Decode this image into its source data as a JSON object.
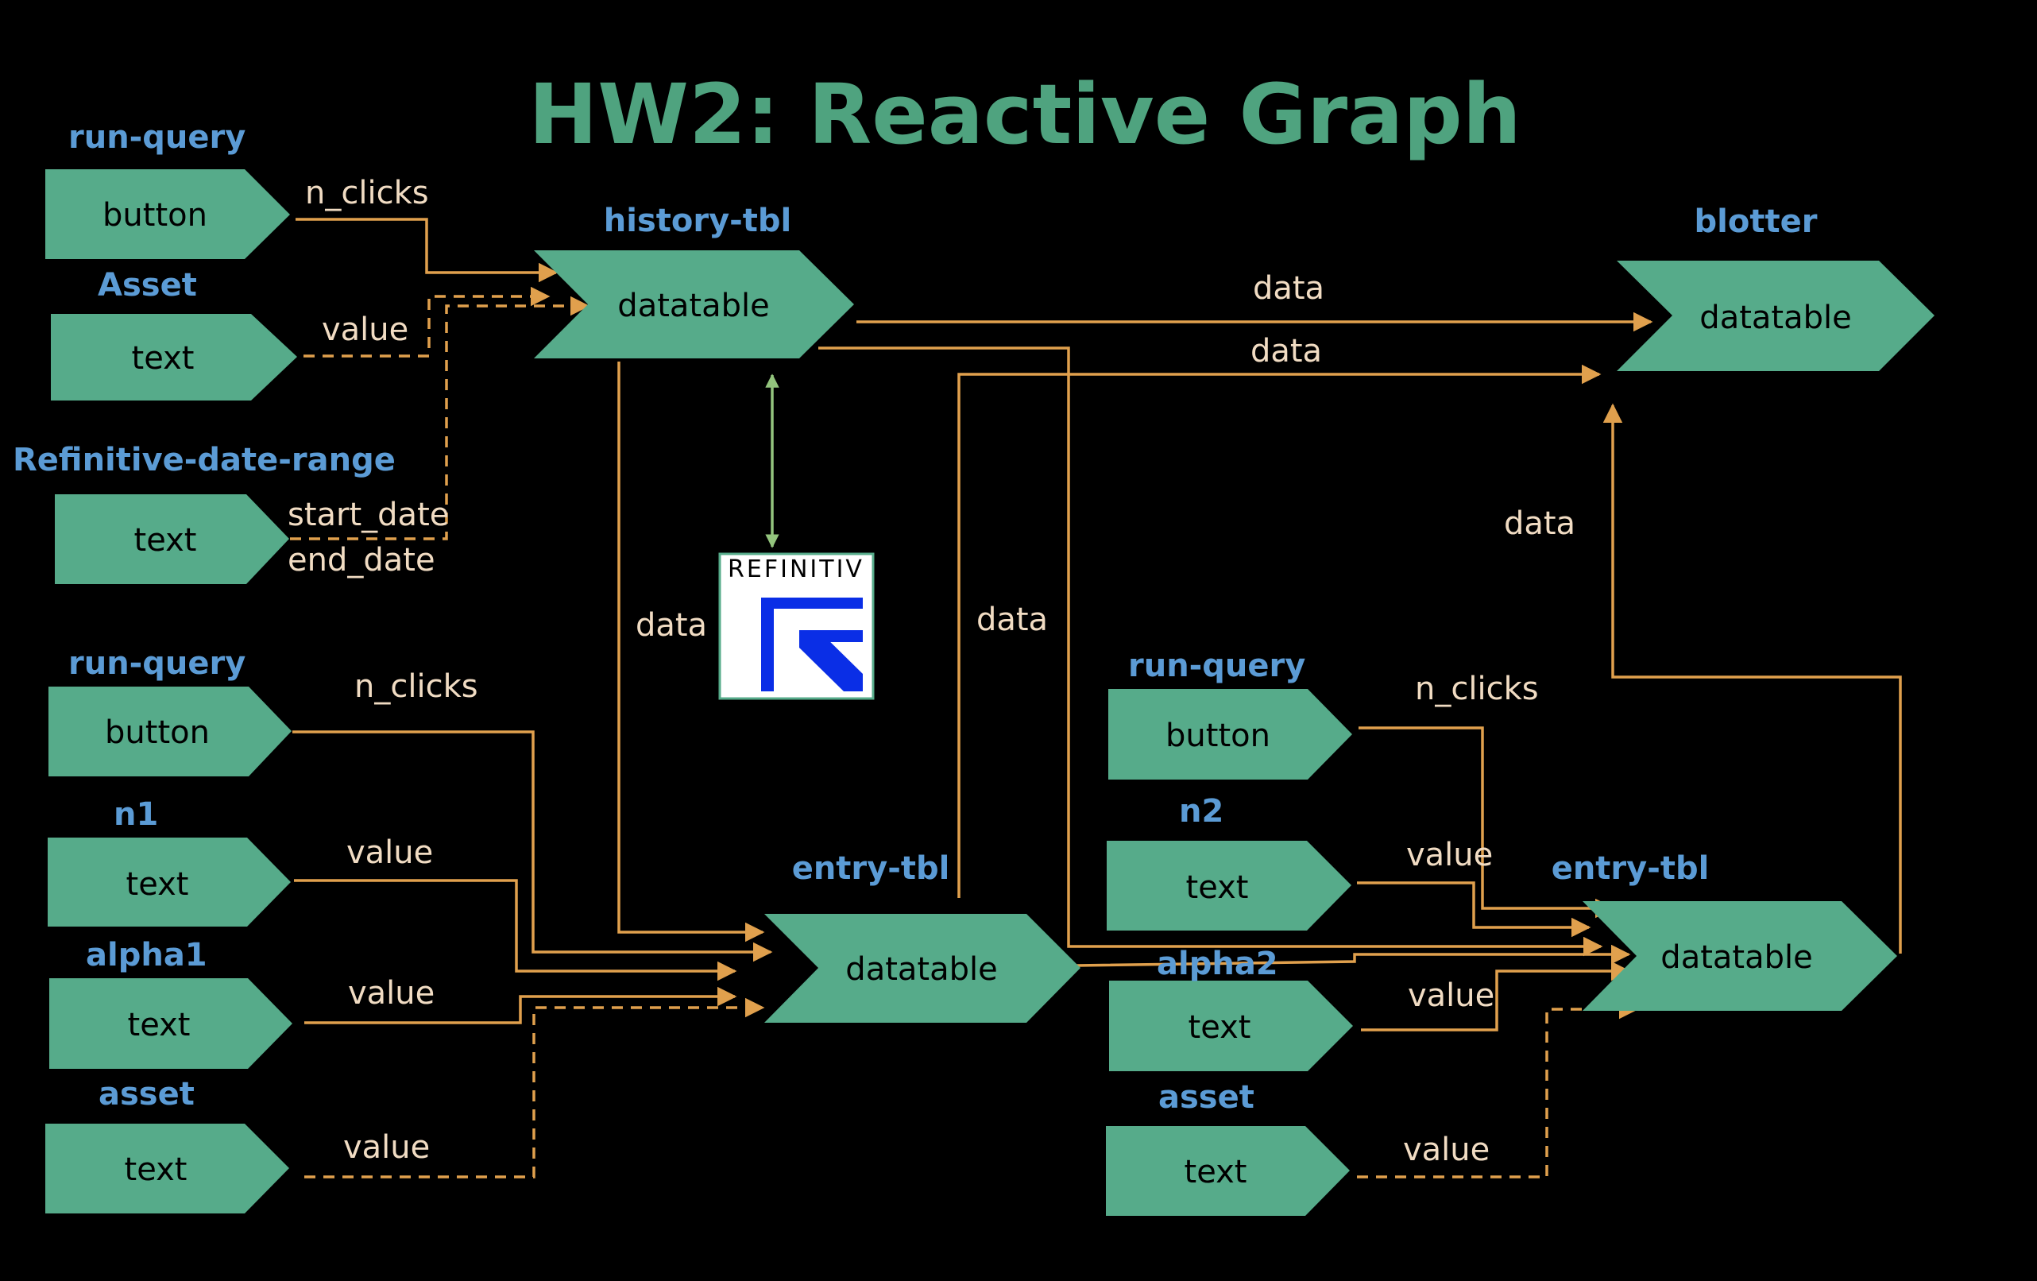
{
  "title": "HW2: Reactive Graph",
  "colors": {
    "node_fill": "#56ab8a",
    "id_label": "#5b9bd5",
    "edge": "#e0a04d",
    "sync_arrow": "#93c47d",
    "title": "#4fa37f",
    "background": "#000000"
  },
  "nodes": {
    "run_query_1": {
      "id": "run-query",
      "type": "button"
    },
    "asset_1": {
      "id": "Asset",
      "type": "text"
    },
    "date_range": {
      "id": "Refinitive-date-range",
      "type": "text"
    },
    "history_tbl": {
      "id": "history-tbl",
      "type": "datatable"
    },
    "blotter": {
      "id": "blotter",
      "type": "datatable"
    },
    "run_query_2": {
      "id": "run-query",
      "type": "button"
    },
    "n1": {
      "id": "n1",
      "type": "text"
    },
    "alpha1": {
      "id": "alpha1",
      "type": "text"
    },
    "asset_2": {
      "id": "asset",
      "type": "text"
    },
    "entry_tbl_1": {
      "id": "entry-tbl",
      "type": "datatable"
    },
    "run_query_3": {
      "id": "run-query",
      "type": "button"
    },
    "n2": {
      "id": "n2",
      "type": "text"
    },
    "alpha2": {
      "id": "alpha2",
      "type": "text"
    },
    "asset_3": {
      "id": "asset",
      "type": "text"
    },
    "entry_tbl_2": {
      "id": "entry-tbl",
      "type": "datatable"
    }
  },
  "edge_labels": {
    "n_clicks_1": "n_clicks",
    "value_asset_1": "value",
    "start_date": "start_date",
    "end_date": "end_date",
    "data_hist_blotter": "data",
    "data_entry1_blotter": "data",
    "data_entry2_blotter": "data",
    "data_hist_entry1": "data",
    "data_entry1_up": "data",
    "n_clicks_2": "n_clicks",
    "value_n1": "value",
    "value_alpha1": "value",
    "value_asset_2": "value",
    "n_clicks_3": "n_clicks",
    "value_n2": "value",
    "value_alpha2": "value",
    "value_asset_3": "value"
  },
  "logo": {
    "text": "REFINITIV",
    "icon": "refinitiv-logo-icon"
  }
}
